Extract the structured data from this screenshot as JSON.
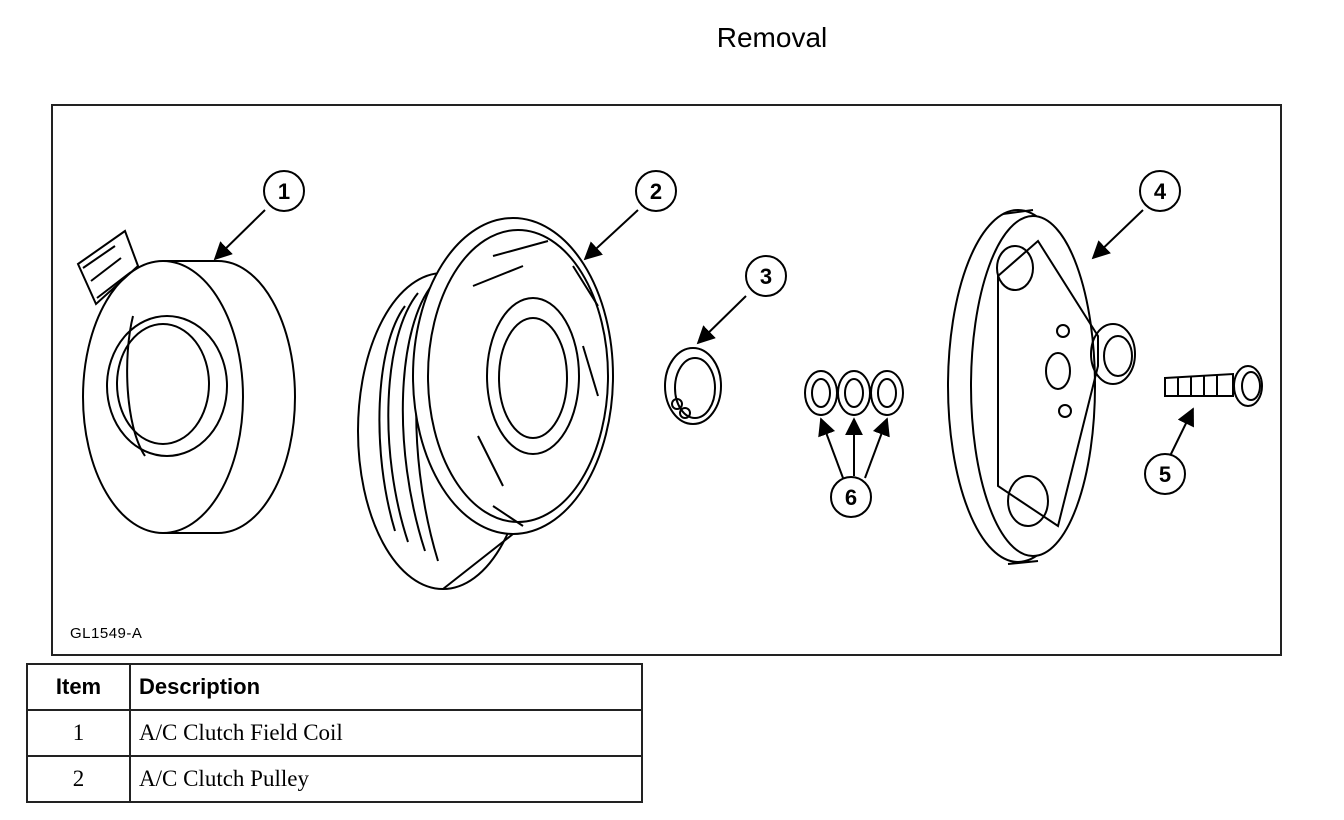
{
  "title": "Removal",
  "figure": {
    "code": "GL1549-A",
    "callouts": [
      "1",
      "2",
      "3",
      "4",
      "5",
      "6"
    ],
    "parts": [
      "field-coil",
      "pulley",
      "snap-ring",
      "shims",
      "clutch-plate",
      "bolt"
    ]
  },
  "legend": {
    "headers": {
      "item": "Item",
      "description": "Description"
    },
    "rows": [
      {
        "item": "1",
        "description": "A/C Clutch Field Coil"
      },
      {
        "item": "2",
        "description": "A/C Clutch Pulley"
      }
    ]
  }
}
